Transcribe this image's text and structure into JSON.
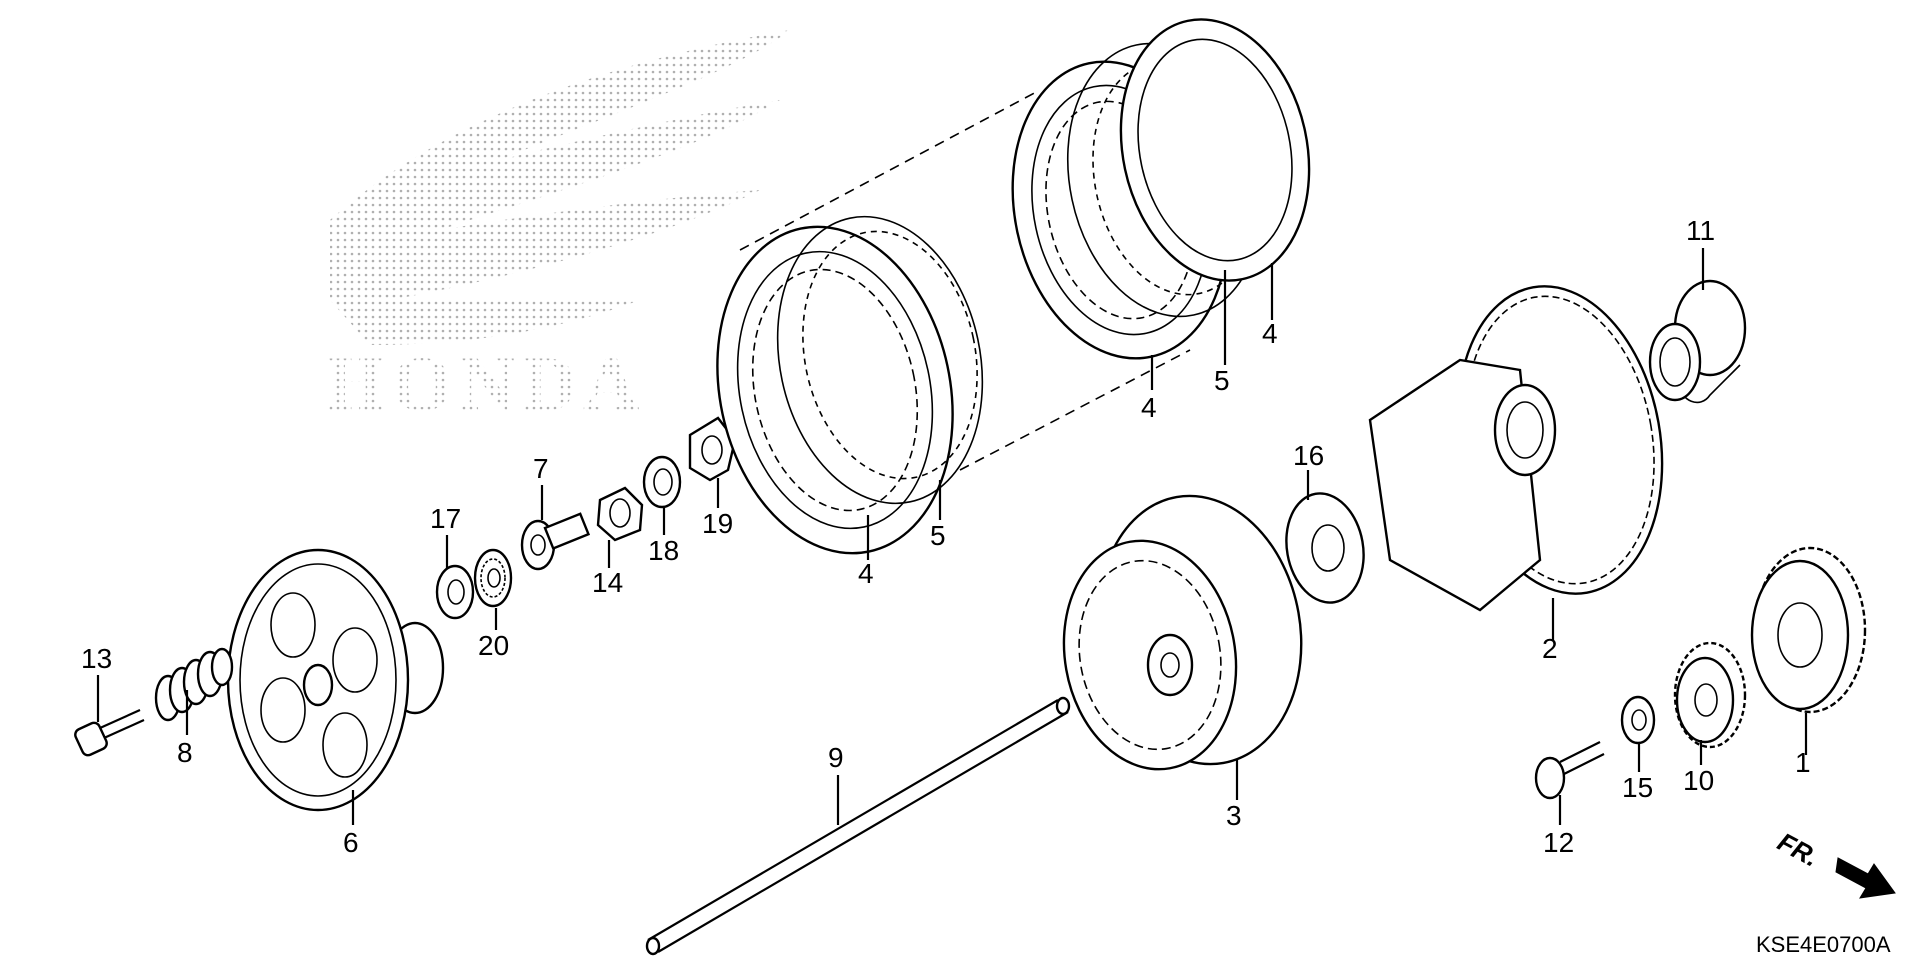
{
  "diagram": {
    "labels": {
      "p1": "1",
      "p2": "2",
      "p3": "3",
      "p4a": "4",
      "p4b": "4",
      "p4c": "4",
      "p5a": "5",
      "p5b": "5",
      "p6": "6",
      "p7": "7",
      "p8": "8",
      "p9": "9",
      "p10": "10",
      "p11": "11",
      "p12": "12",
      "p13": "13",
      "p14": "14",
      "p15": "15",
      "p16": "16",
      "p17": "17",
      "p18": "18",
      "p19": "19",
      "p20": "20"
    },
    "direction_label": "FR.",
    "diagram_code": "KSE4E0700A",
    "watermark_text": "HONDA"
  },
  "colors": {
    "ink": "#000000",
    "watermark": "#b0b0b0",
    "background": "#ffffff"
  },
  "icons": {
    "watermark": "honda-wing-watermark-icon",
    "arrow": "front-arrow-icon"
  }
}
